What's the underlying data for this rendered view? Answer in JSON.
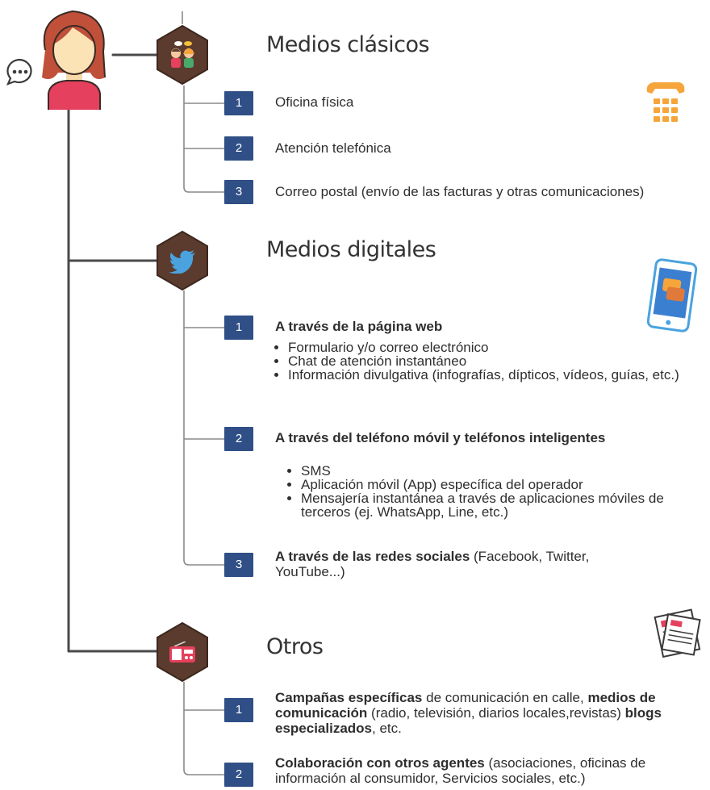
{
  "sections": [
    {
      "heading": "Medios clásicos",
      "icon": "people-talking-icon",
      "items": [
        {
          "num": "1",
          "text": "Oficina física"
        },
        {
          "num": "2",
          "text": "Atención telefónica"
        },
        {
          "num": "3",
          "text": "Correo postal (envío de las facturas y otras comunicaciones)"
        }
      ]
    },
    {
      "heading": "Medios digitales",
      "icon": "twitter-bird-icon",
      "items": [
        {
          "num": "1",
          "title": "A través de la página web",
          "bullets": [
            "Formulario y/o correo electrónico",
            "Chat de atención instantáneo",
            "Información divulgativa (infografías, dípticos, vídeos, guías, etc.)"
          ]
        },
        {
          "num": "2",
          "title": "A través del teléfono móvil y teléfonos inteligentes",
          "bullets": [
            "SMS",
            "Aplicación móvil (App) específica del operador",
            "Mensajería instantánea a través de aplicaciones móviles de terceros (ej. WhatsApp, Line, etc.)"
          ]
        },
        {
          "num": "3",
          "title": "A través de las redes sociales",
          "rest": " (Facebook, Twitter, YouTube...)"
        }
      ]
    },
    {
      "heading": "Otros",
      "icon": "radio-icon",
      "items": [
        {
          "num": "1",
          "parts": [
            {
              "b": "Campañas específicas"
            },
            {
              "t": " de comunicación en calle, "
            },
            {
              "b": "medios de comunicación"
            },
            {
              "t": " (radio, televisión, diarios locales,revistas) "
            },
            {
              "b": "blogs especializados"
            },
            {
              "t": ", etc."
            }
          ]
        },
        {
          "num": "2",
          "parts": [
            {
              "b": "Colaboración con otros agentes"
            },
            {
              "t": " (asociaciones, oficinas de información al consumidor, Servicios sociales, etc.)"
            }
          ]
        }
      ]
    }
  ],
  "icons": {
    "person": "woman-avatar-icon",
    "speech": "speech-bubble-icon",
    "phone": "telephone-keypad-icon",
    "smartphone": "smartphone-chat-icon",
    "newspaper": "newspaper-icon"
  },
  "colors": {
    "number_box": "#2f4f86",
    "hexagon": "#5a3b2e",
    "line": "#3a3a3a",
    "orange": "#f5a53a"
  }
}
